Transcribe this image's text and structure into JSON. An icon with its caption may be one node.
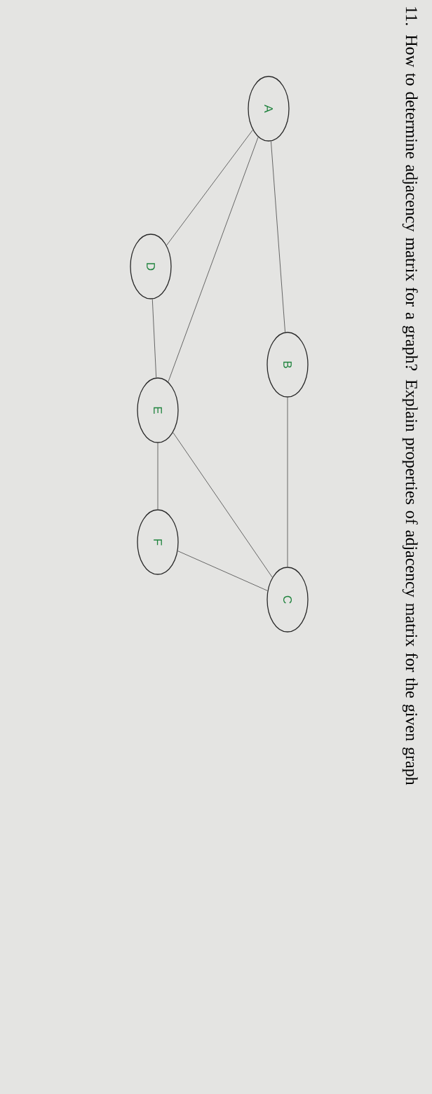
{
  "diagram": {
    "title": "11. How to determine adjacency matrix for a graph? Explain properties of adjacency matrix for the given graph",
    "nodes": [
      {
        "text": [
          "A"
        ]
      },
      {
        "text": [
          "D"
        ]
      },
      {
        "text": [
          "B"
        ]
      },
      {
        "text": [
          "E"
        ]
      },
      {
        "text": [
          "F"
        ]
      },
      {
        "text": [
          "C"
        ]
      }
    ],
    "edges": [
      {
        "from": 0,
        "to": 1,
        "arrow": "none"
      },
      {
        "from": 0,
        "to": 2,
        "arrow": "none"
      },
      {
        "from": 0,
        "to": 3,
        "arrow": "none"
      },
      {
        "from": 1,
        "to": 3,
        "arrow": "none"
      },
      {
        "from": 2,
        "to": 5,
        "arrow": "none"
      },
      {
        "from": 3,
        "to": 4,
        "arrow": "none"
      },
      {
        "from": 3,
        "to": 5,
        "arrow": "none"
      },
      {
        "from": 4,
        "to": 5,
        "arrow": "none"
      }
    ]
  }
}
